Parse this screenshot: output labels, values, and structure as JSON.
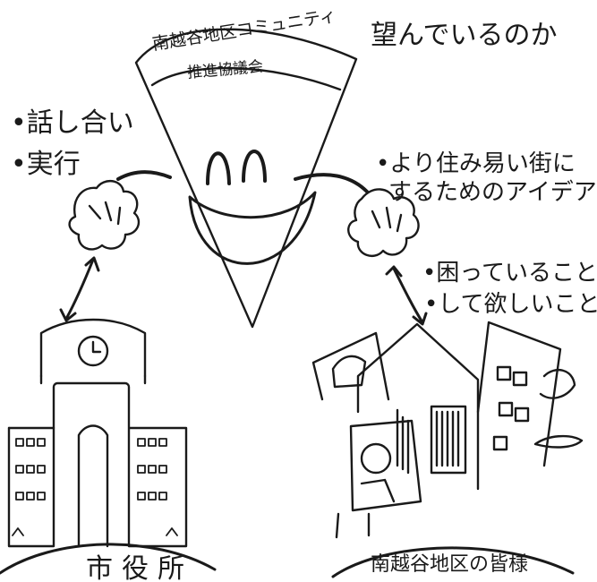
{
  "texts": {
    "top_right": "望んでいるのか",
    "talk": "•話し合い",
    "action": "•実行",
    "better_town_1": "•より住み易い街に",
    "better_town_2": "するためのアイデア",
    "troubles": "•困っていること",
    "wishes": "•して欲しいこと",
    "council_line1": "南越谷地区コミュニティ",
    "council_line2": "推進協議会",
    "city_hall": "市役所",
    "residents": "南越谷地区の皆様"
  },
  "colors": {
    "ink": "#1a1a1a",
    "paper": "#ffffff"
  }
}
